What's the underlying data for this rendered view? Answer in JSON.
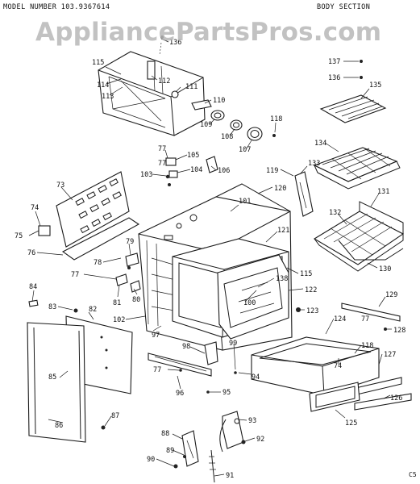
{
  "header": {
    "model_label": "MODEL NUMBER 103.9367614",
    "section_title": "BODY SECTION"
  },
  "watermark": "AppliancePartsPros.com",
  "corner_code": "C5",
  "callouts": [
    {
      "id": "136-top",
      "label": "136"
    },
    {
      "id": "115-hood",
      "label": "115"
    },
    {
      "id": "114",
      "label": "114"
    },
    {
      "id": "112",
      "label": "112"
    },
    {
      "id": "113",
      "label": "113"
    },
    {
      "id": "111",
      "label": "111"
    },
    {
      "id": "110",
      "label": "110"
    },
    {
      "id": "109",
      "label": "109"
    },
    {
      "id": "108",
      "label": "108"
    },
    {
      "id": "107",
      "label": "107"
    },
    {
      "id": "118-top",
      "label": "118"
    },
    {
      "id": "137",
      "label": "137"
    },
    {
      "id": "136-right",
      "label": "136"
    },
    {
      "id": "135",
      "label": "135"
    },
    {
      "id": "134",
      "label": "134"
    },
    {
      "id": "133",
      "label": "133"
    },
    {
      "id": "119",
      "label": "119"
    },
    {
      "id": "120",
      "label": "120"
    },
    {
      "id": "131",
      "label": "131"
    },
    {
      "id": "132",
      "label": "132"
    },
    {
      "id": "130",
      "label": "130"
    },
    {
      "id": "77-a",
      "label": "77"
    },
    {
      "id": "105",
      "label": "105"
    },
    {
      "id": "77-b",
      "label": "77"
    },
    {
      "id": "103",
      "label": "103"
    },
    {
      "id": "104",
      "label": "104"
    },
    {
      "id": "106",
      "label": "106"
    },
    {
      "id": "101",
      "label": "101"
    },
    {
      "id": "73",
      "label": "73"
    },
    {
      "id": "74-left",
      "label": "74"
    },
    {
      "id": "75",
      "label": "75"
    },
    {
      "id": "76",
      "label": "76"
    },
    {
      "id": "79",
      "label": "79"
    },
    {
      "id": "78",
      "label": "78"
    },
    {
      "id": "77-c",
      "label": "77"
    },
    {
      "id": "81",
      "label": "81"
    },
    {
      "id": "80",
      "label": "80"
    },
    {
      "id": "121",
      "label": "121"
    },
    {
      "id": "115-side",
      "label": "115"
    },
    {
      "id": "138",
      "label": "138"
    },
    {
      "id": "100",
      "label": "100"
    },
    {
      "id": "122",
      "label": "122"
    },
    {
      "id": "84",
      "label": "84"
    },
    {
      "id": "83",
      "label": "83"
    },
    {
      "id": "82",
      "label": "82"
    },
    {
      "id": "102",
      "label": "102"
    },
    {
      "id": "97",
      "label": "97"
    },
    {
      "id": "123",
      "label": "123"
    },
    {
      "id": "129",
      "label": "129"
    },
    {
      "id": "124",
      "label": "124"
    },
    {
      "id": "77-d",
      "label": "77"
    },
    {
      "id": "128",
      "label": "128"
    },
    {
      "id": "85",
      "label": "85"
    },
    {
      "id": "98",
      "label": "98"
    },
    {
      "id": "99",
      "label": "99"
    },
    {
      "id": "118-bottom",
      "label": "118"
    },
    {
      "id": "127",
      "label": "127"
    },
    {
      "id": "74-drawer",
      "label": "74"
    },
    {
      "id": "77-e",
      "label": "77"
    },
    {
      "id": "94",
      "label": "94"
    },
    {
      "id": "96",
      "label": "96"
    },
    {
      "id": "95",
      "label": "95"
    },
    {
      "id": "126",
      "label": "126"
    },
    {
      "id": "125",
      "label": "125"
    },
    {
      "id": "86",
      "label": "86"
    },
    {
      "id": "87",
      "label": "87"
    },
    {
      "id": "93",
      "label": "93"
    },
    {
      "id": "88",
      "label": "88"
    },
    {
      "id": "92",
      "label": "92"
    },
    {
      "id": "89",
      "label": "89"
    },
    {
      "id": "90",
      "label": "90"
    },
    {
      "id": "91",
      "label": "91"
    }
  ]
}
